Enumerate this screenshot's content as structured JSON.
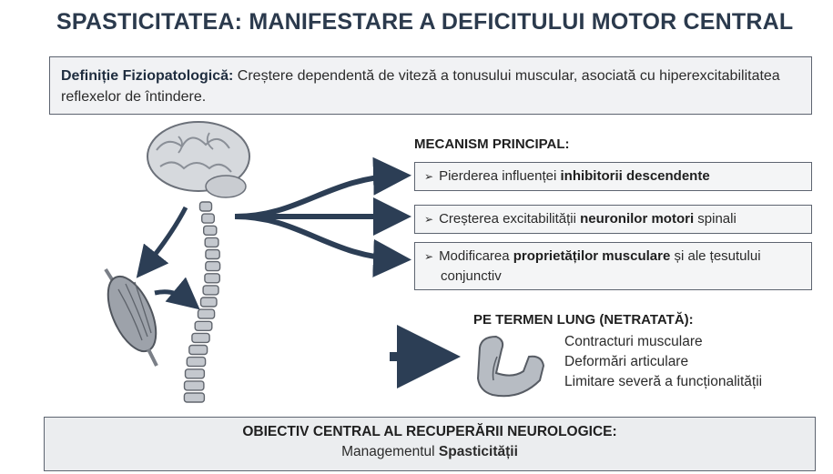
{
  "title": "SPASTICITATEA: MANIFESTARE A DEFICITULUI MOTOR CENTRAL",
  "definition": {
    "label": "Definiție Fiziopatologică:",
    "text": " Creștere dependentă de viteză a tonusului muscular, asociată cu hiperexcitabilitatea reflexelor de întindere."
  },
  "mechanism": {
    "heading": "MECANISM PRINCIPAL:",
    "items": [
      {
        "pre": "Pierderea influenței ",
        "bold": "inhibitorii descendente",
        "post": ""
      },
      {
        "pre": "Creșterea excitabilității ",
        "bold": "neuronilor motori",
        "post": " spinali"
      },
      {
        "pre": "Modificarea ",
        "bold": "proprietăților musculare",
        "post": " și ale țesutului conjunctiv"
      }
    ]
  },
  "long_term": {
    "heading": "PE TERMEN LUNG (NETRATATĂ):",
    "items": [
      "Contracturi musculare",
      "Deformări articulare",
      "Limitare severă a funcționalității"
    ]
  },
  "goal": {
    "title": "OBIECTIV CENTRAL AL RECUPERĂRII NEUROLOGICE:",
    "pre": "Managementul ",
    "bold": "Spasticității"
  },
  "colors": {
    "arrow": "#2c3e55",
    "title": "#2b3a4d",
    "border": "#5d6470"
  },
  "icons": [
    "brain-icon",
    "spine-icon",
    "muscle-icon",
    "arm-icon"
  ]
}
